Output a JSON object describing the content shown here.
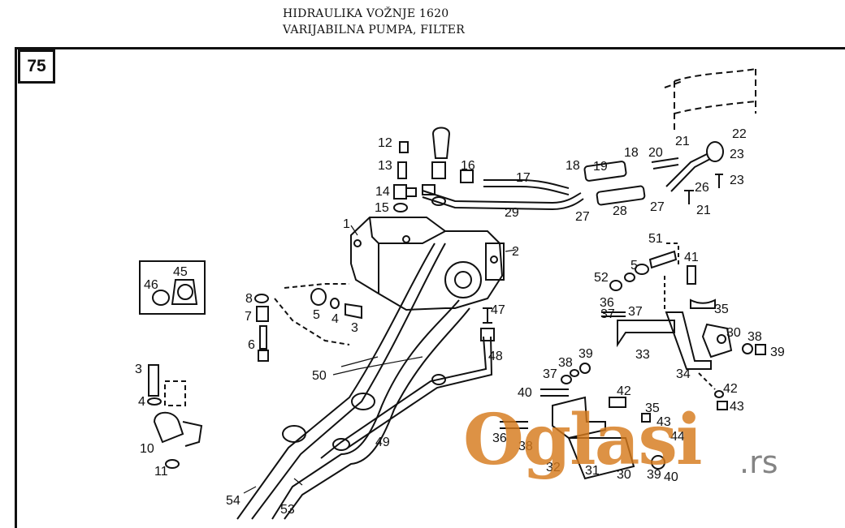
{
  "header": {
    "line1": "HIDRAULIKA VOŽNJE 1620",
    "line2": "VARIJABILNA PUMPA, FILTER"
  },
  "page_number": "75",
  "part_labels": [
    "1",
    "2",
    "3",
    "3",
    "4",
    "4",
    "5",
    "5",
    "6",
    "7",
    "8",
    "10",
    "11",
    "12",
    "13",
    "14",
    "15",
    "16",
    "17",
    "18",
    "18",
    "19",
    "20",
    "21",
    "21",
    "22",
    "23",
    "23",
    "26",
    "27",
    "27",
    "28",
    "29",
    "30",
    "30",
    "31",
    "32",
    "33",
    "34",
    "35",
    "35",
    "36",
    "36",
    "37",
    "37",
    "37",
    "38",
    "38",
    "38",
    "39",
    "39",
    "39",
    "40",
    "40",
    "41",
    "42",
    "42",
    "43",
    "43",
    "44",
    "45",
    "46",
    "47",
    "48",
    "49",
    "50",
    "51",
    "52",
    "53",
    "54"
  ],
  "watermark": {
    "logo": "Oglasi",
    "domain": ".rs",
    "color": "#d67a1c"
  }
}
